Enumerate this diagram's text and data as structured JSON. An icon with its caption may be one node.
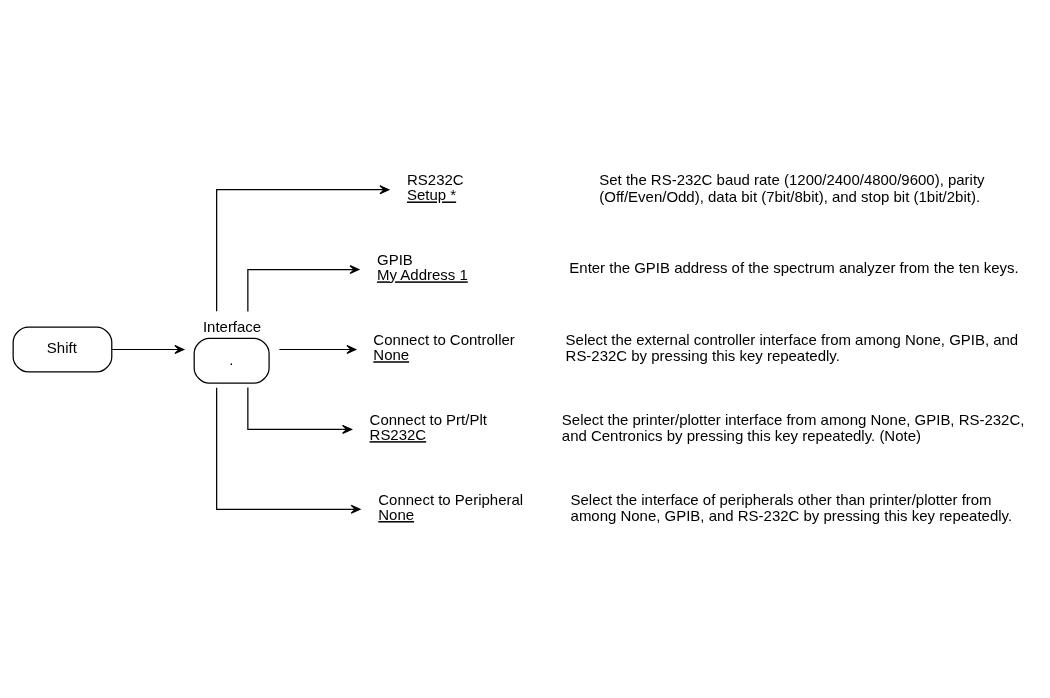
{
  "diagram": {
    "nodes": [
      {
        "text": [
          "Shift"
        ]
      },
      {
        "text": [
          "Interface",
          "."
        ]
      },
      {
        "text": [
          "RS232C",
          "Setup *"
        ],
        "beside": [
          "Set the RS-232C baud rate (1200/2400/4800/9600), parity (Off/Even/Odd), data bit (7bit/8bit), and stop bit (1bit/2bit)."
        ]
      },
      {
        "text": [
          "GPIB",
          "My Address 1"
        ],
        "beside": [
          "Enter the GPIB address of the spectrum analyzer from the ten keys."
        ]
      },
      {
        "text": [
          "Connect to Controller",
          "None"
        ],
        "beside": [
          "Select the external controller interface from among None, GPIB, and RS-232C by pressing this key repeatedly."
        ]
      },
      {
        "text": [
          "Connect to Prt/Plt",
          "RS232C"
        ],
        "beside": [
          "Select the printer/plotter interface from among None, GPIB, RS-232C, and Centronics by pressing this key repeatedly. (Note)"
        ]
      },
      {
        "text": [
          "Connect to Peripheral",
          "None"
        ],
        "beside": [
          "Select the interface of peripherals other than printer/plotter from among None, GPIB, and RS-232C by pressing this key repeatedly."
        ]
      }
    ],
    "edges": [
      {
        "from": 0,
        "to": 1,
        "arrow": "to"
      },
      {
        "from": 1,
        "to": 2,
        "arrow": "to"
      },
      {
        "from": 1,
        "to": 3,
        "arrow": "to"
      },
      {
        "from": 1,
        "to": 4,
        "arrow": "to"
      },
      {
        "from": 1,
        "to": 5,
        "arrow": "to"
      },
      {
        "from": 1,
        "to": 6,
        "arrow": "to"
      }
    ]
  }
}
